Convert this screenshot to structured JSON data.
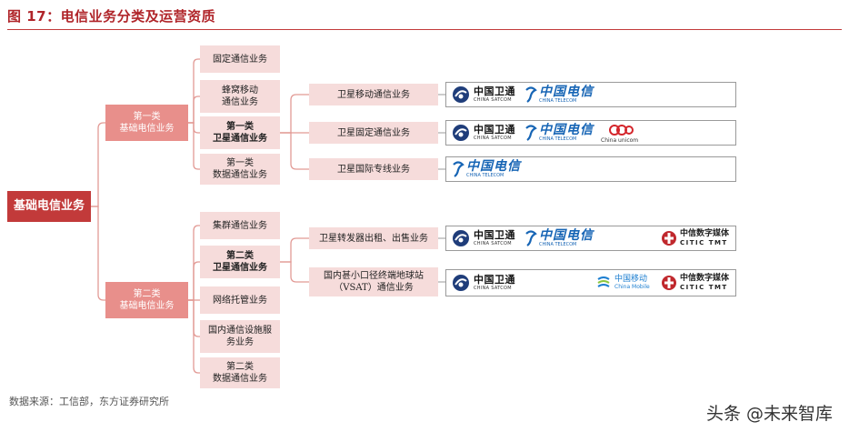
{
  "figure": {
    "title": "图 17：电信业务分类及运营资质",
    "source": "数据来源：工信部，东方证券研究所",
    "watermark": "头条 @未来智库"
  },
  "root": {
    "label": "基础电信业务"
  },
  "categories": [
    {
      "line1": "第一类",
      "line2": "基础电信业务"
    },
    {
      "line1": "第二类",
      "line2": "基础电信业务"
    }
  ],
  "subcategories": [
    {
      "line1": "固定通信业务",
      "line2": ""
    },
    {
      "line1": "蜂窝移动",
      "line2": "通信业务"
    },
    {
      "line1": "第一类",
      "line2": "卫星通信业务"
    },
    {
      "line1": "第一类",
      "line2": "数据通信业务"
    },
    {
      "line1": "集群通信业务",
      "line2": ""
    },
    {
      "line1": "第二类",
      "line2": "卫星通信业务"
    },
    {
      "line1": "网络托管业务",
      "line2": ""
    },
    {
      "line1": "国内通信设施服",
      "line2": "务业务"
    },
    {
      "line1": "第二类",
      "line2": "数据通信业务"
    }
  ],
  "services": [
    {
      "line1": "卫星移动通信业务",
      "line2": ""
    },
    {
      "line1": "卫星固定通信业务",
      "line2": ""
    },
    {
      "line1": "卫星国际专线业务",
      "line2": ""
    },
    {
      "line1": "卫星转发器出租、出售业务",
      "line2": ""
    },
    {
      "line1": "国内甚小口径终端地球站",
      "line2": "（VSAT）通信业务"
    }
  ],
  "logos": {
    "satcom": {
      "cn": "中国卫通",
      "en": "CHINA SATCOM"
    },
    "telecom": {
      "cn": "中国电信",
      "en": "CHINA TELECOM"
    },
    "unicom": {
      "en": "China unicom"
    },
    "mobile": {
      "cn": "中国移动",
      "en": "China Mobile"
    },
    "citic": {
      "cn": "中信数字媒体",
      "en": "CITIC TMT"
    }
  },
  "colors": {
    "title_red": "#b0252a",
    "root_red": "#c23a3a",
    "category_pink": "#e88f8b",
    "leaf_pink": "#f6dcdb",
    "connector": "#e29a95",
    "telecom_blue": "#1765b5",
    "unicom_red": "#d4252b",
    "mobile_blue": "#1c7ed0"
  }
}
